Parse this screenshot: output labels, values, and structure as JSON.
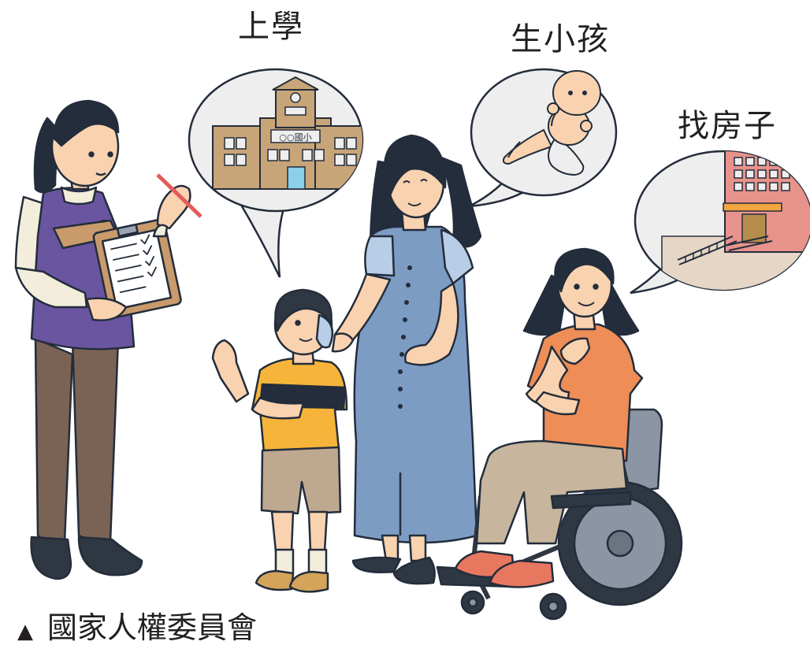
{
  "labels": {
    "school": "上學",
    "baby": "生小孩",
    "house": "找房子"
  },
  "school_sign": "○○國小",
  "caption": {
    "mark": "▲",
    "text": "國家人權委員會"
  },
  "colors": {
    "outline": "#232d3b",
    "bubble_fill": "#efeeee",
    "school_wall": "#c8a578",
    "apartment_wall": "#e8928c",
    "vest": "#6a55a0",
    "dress": "#7d9cc4",
    "orange_shirt": "#ef8d57",
    "yellow_shirt": "#f6b53a"
  }
}
